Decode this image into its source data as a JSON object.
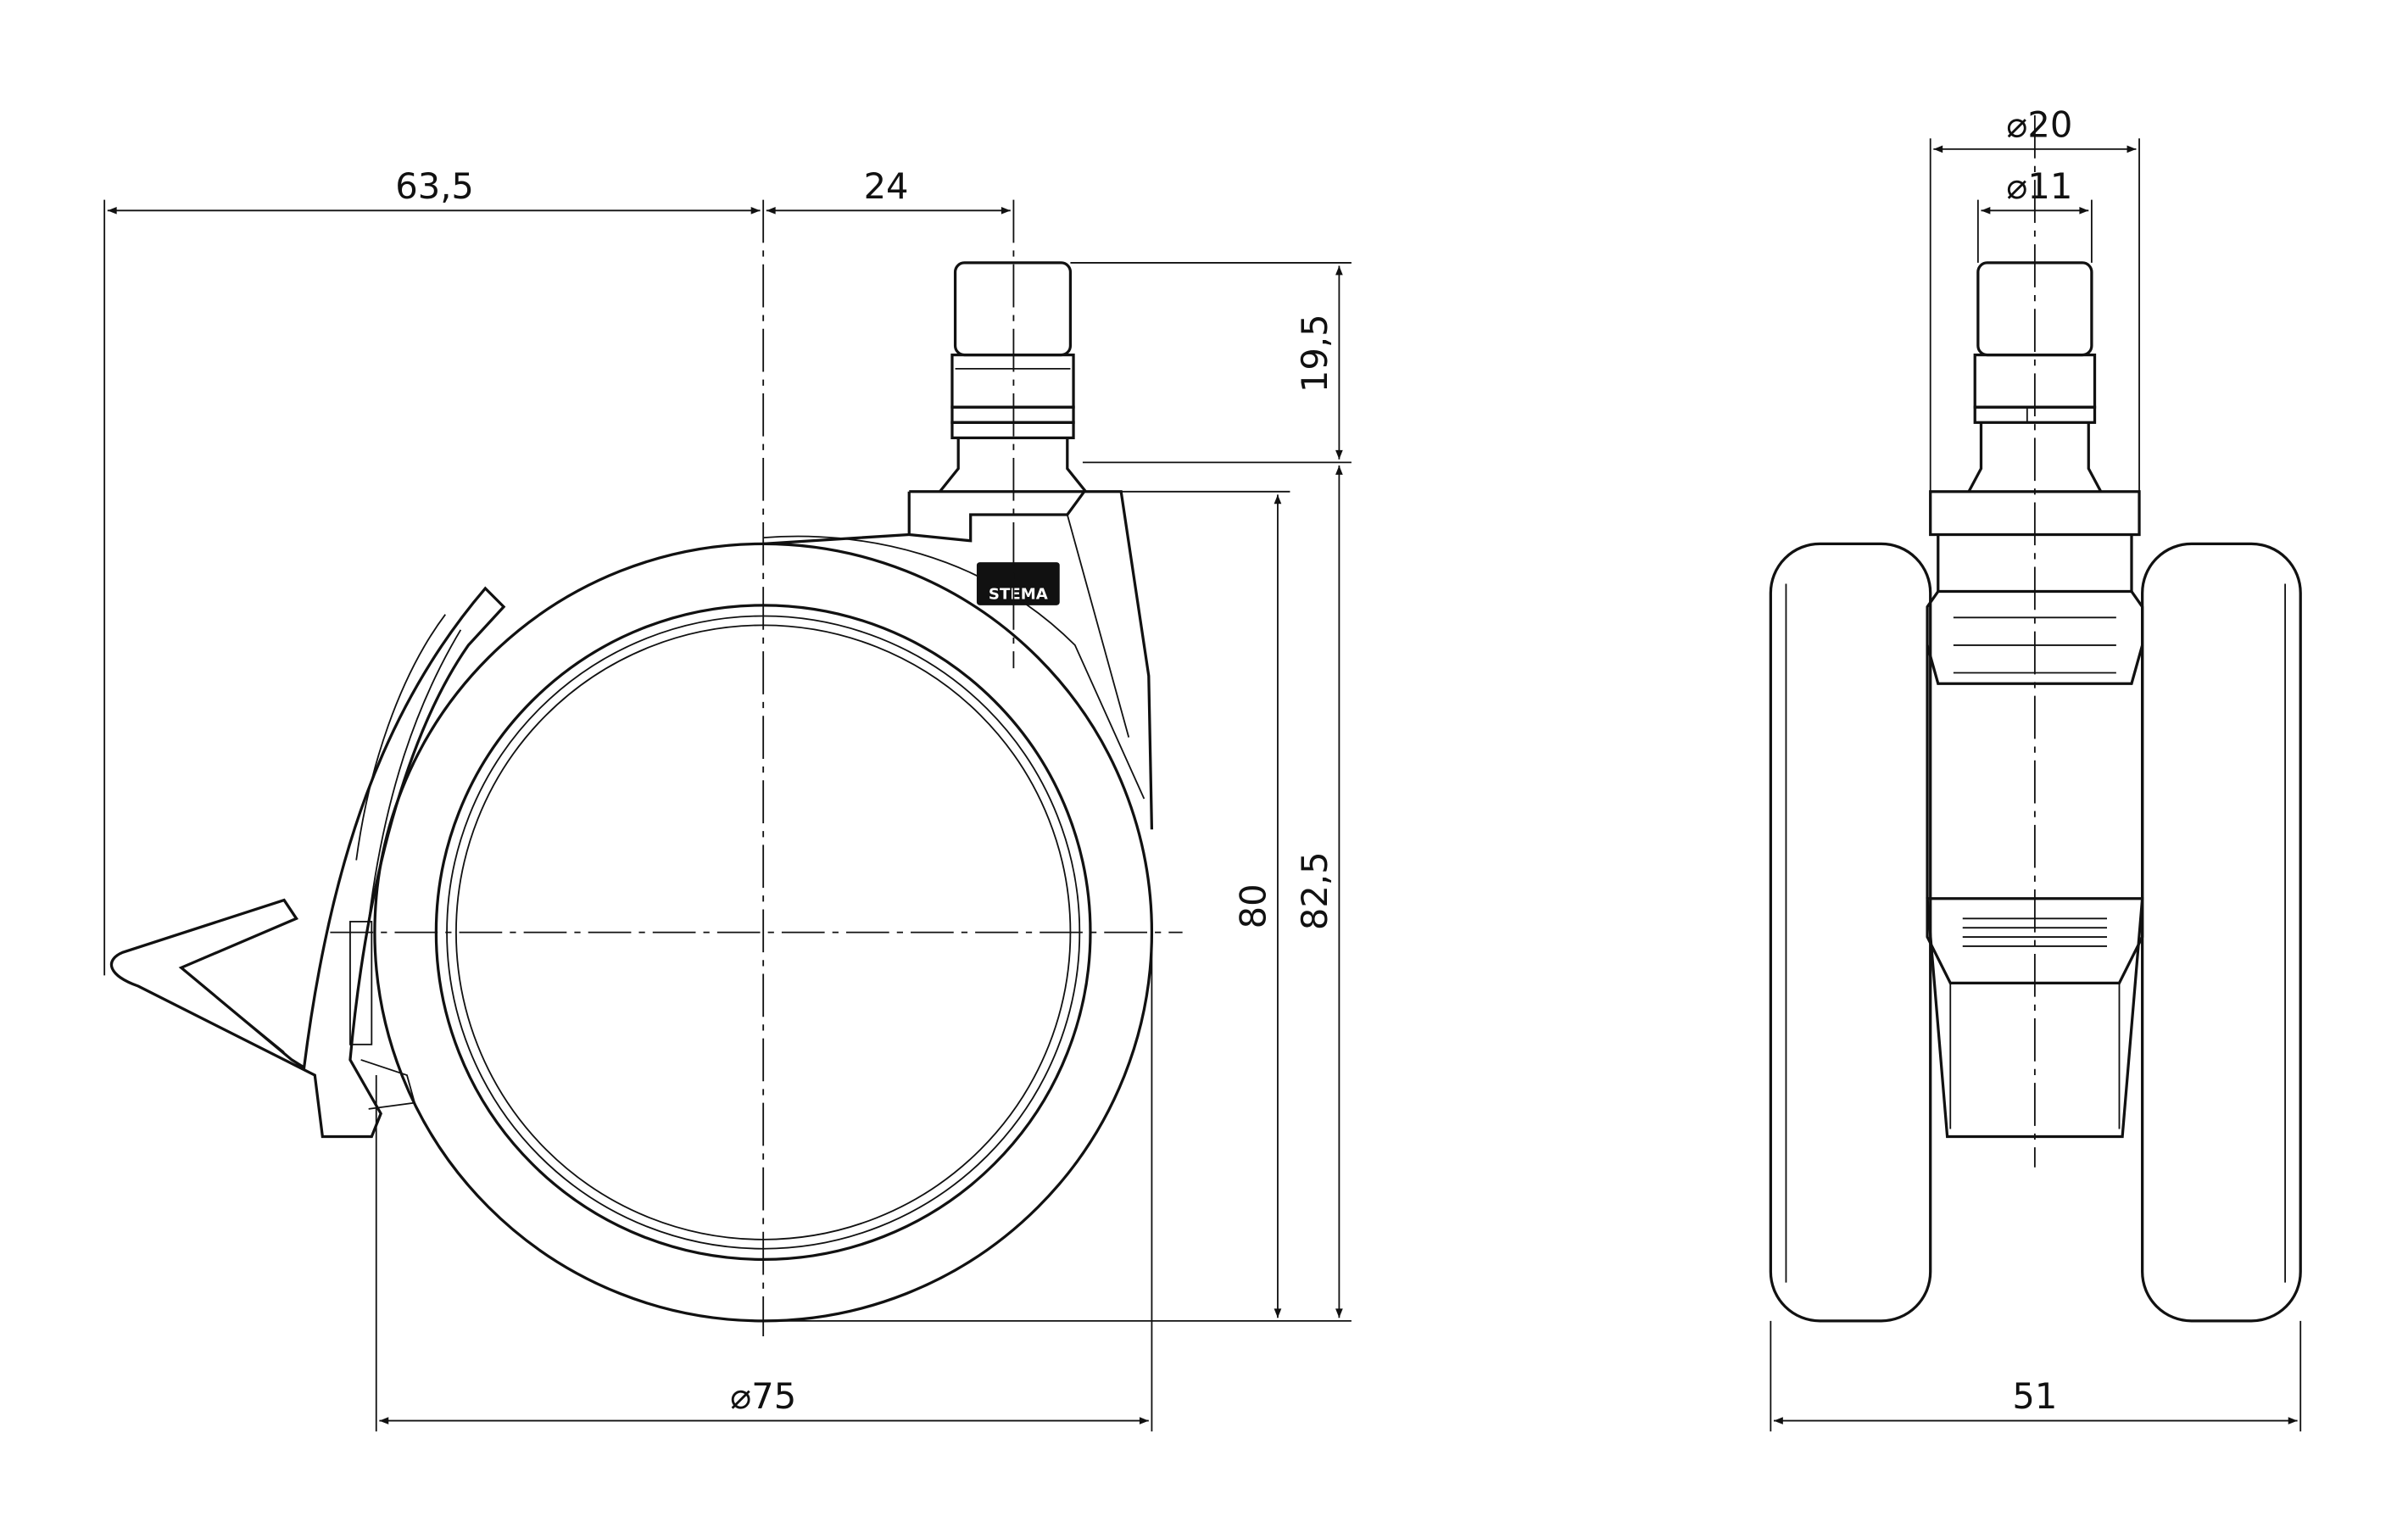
{
  "drawing": {
    "side_view": {
      "dimensions": {
        "brake_offset": "63,5",
        "stem_offset": "24",
        "stem_height": "19,5",
        "wheel_height": "80",
        "total_height": "82,5",
        "wheel_diameter": "⌀75"
      },
      "logo_text": "STEMA"
    },
    "front_view": {
      "dimensions": {
        "housing_diameter": "⌀20",
        "stem_diameter": "⌀11",
        "total_width": "51"
      }
    }
  }
}
